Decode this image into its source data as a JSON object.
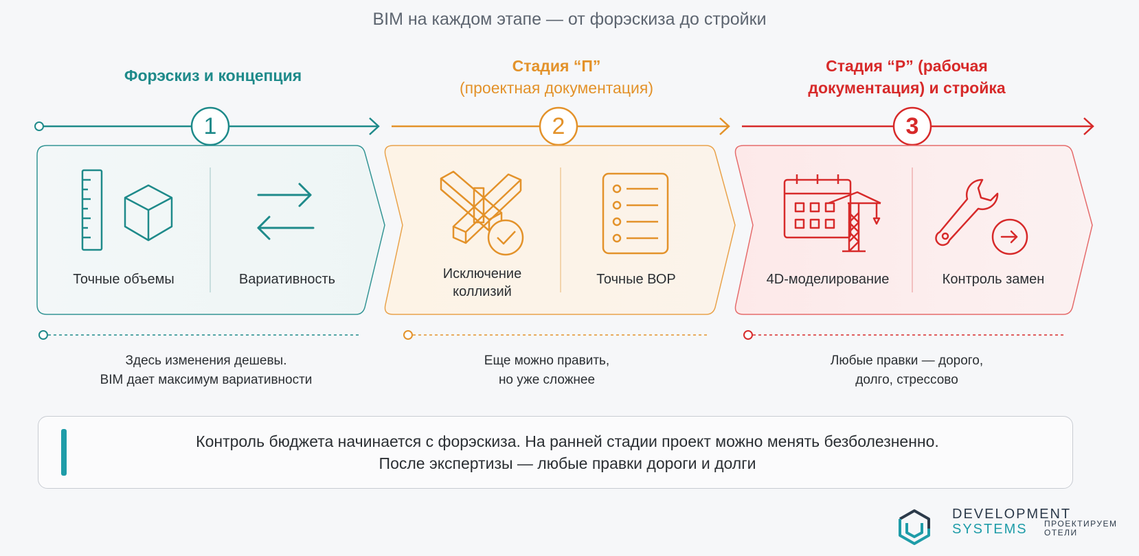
{
  "subtitle": "BIM на каждом этапе — от форэскиза до стройки",
  "colors": {
    "teal": "#1e8a8a",
    "orange": "#e3922a",
    "red": "#d72a2a"
  },
  "stages": [
    {
      "number": "1",
      "title": "Форэскиз и концепция",
      "items": [
        {
          "label": "Точные объемы",
          "icon": "ruler-cube-icon"
        },
        {
          "label": "Вариативность",
          "icon": "swap-arrows-icon"
        }
      ],
      "note_line1": "Здесь изменения дешевы.",
      "note_line2": "BIM дает максимум вариативности"
    },
    {
      "number": "2",
      "title_line1": "Стадия “П”",
      "title_line2": "(проектная документация)",
      "items": [
        {
          "label_line1": "Исключение",
          "label_line2": "коллизий",
          "icon": "beam-collision-check-icon"
        },
        {
          "label": "Точные ВОР",
          "icon": "checklist-icon"
        }
      ],
      "note_line1": "Еще можно править,",
      "note_line2": "но уже сложнее"
    },
    {
      "number": "3",
      "title_line1": "Стадия “Р” (рабочая",
      "title_line2": "документация) и стройка",
      "items": [
        {
          "label": "4D-моделирование",
          "icon": "calendar-crane-icon"
        },
        {
          "label": "Контроль замен",
          "icon": "wrench-arrow-icon"
        }
      ],
      "note_line1": "Любые правки — дорого,",
      "note_line2": "долго, стрессово"
    }
  ],
  "summary": {
    "line1": "Контроль бюджета начинается с форэскиза. На ранней стадии проект можно менять безболезненно.",
    "line2": "После экспертизы — любые правки дороги и долги"
  },
  "logo": {
    "line1": "DEVELOPMENT",
    "line2": "SYSTEMS",
    "tagline1": "ПРОЕКТИРУЕМ",
    "tagline2": "ОТЕЛИ"
  }
}
